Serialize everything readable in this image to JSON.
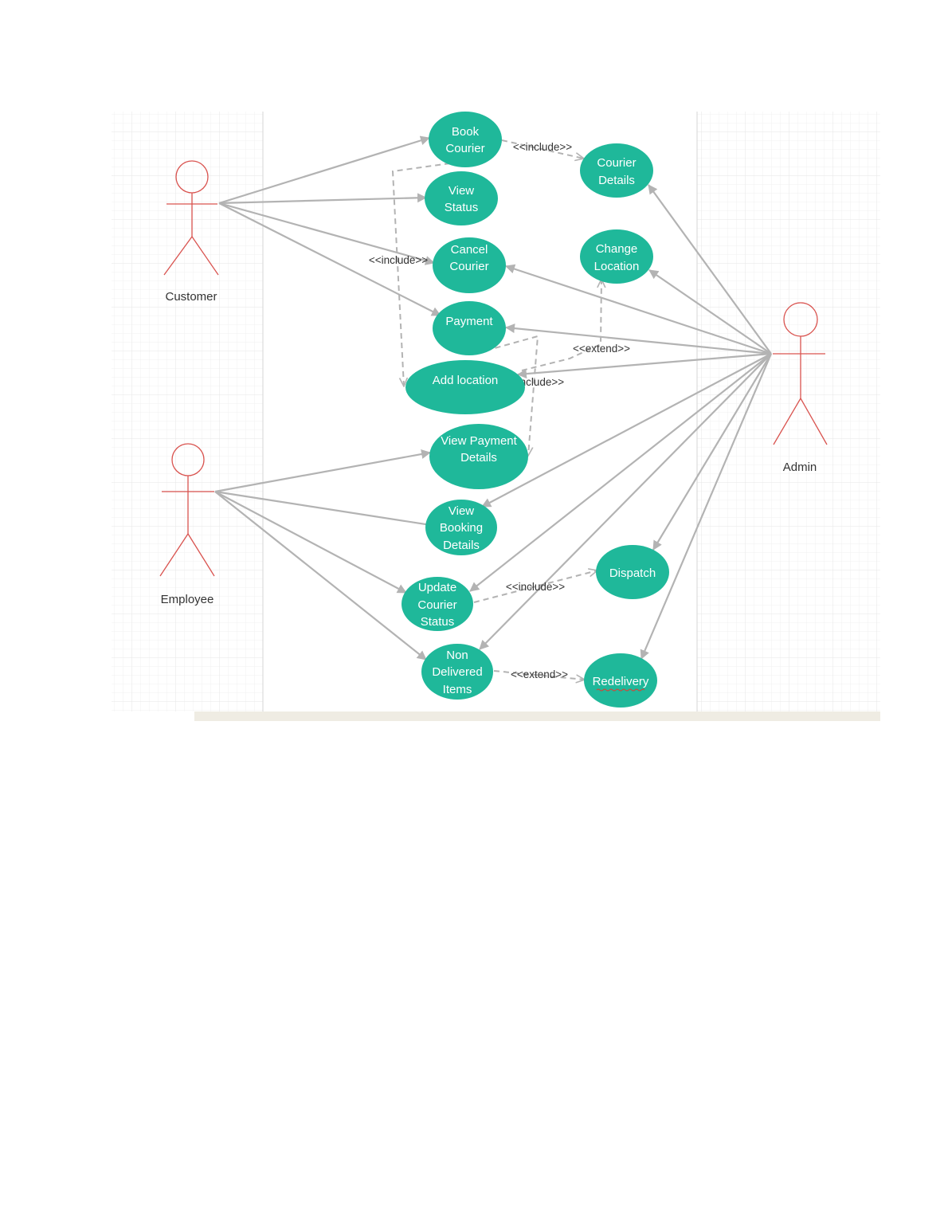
{
  "colors": {
    "use_case_fill": "#1fb89a",
    "actor_stroke": "#d9534f",
    "association": "#b3b3b3",
    "dependency": "#b3b3b3",
    "grid": "#ececec",
    "panel_border": "#d5d5d5",
    "footer_bar": "#efece3"
  },
  "actors": {
    "customer": "Customer",
    "employee": "Employee",
    "admin": "Admin"
  },
  "use_cases": {
    "book_courier": [
      "Book",
      "Courier"
    ],
    "view_status": [
      "View",
      "Status"
    ],
    "cancel_courier": [
      "Cancel",
      "Courier"
    ],
    "payment": [
      "Payment"
    ],
    "add_location": [
      "Add location"
    ],
    "view_payment_details": [
      "View Payment",
      "Details"
    ],
    "view_booking_details": [
      "View",
      "Booking",
      "Details"
    ],
    "update_courier_status": [
      "Update",
      "Courier",
      "Status"
    ],
    "non_delivered_items": [
      "Non",
      "Delivered",
      "Items"
    ],
    "courier_details": [
      "Courier",
      "Details"
    ],
    "change_location": [
      "Change",
      "Location"
    ],
    "dispatch": [
      "Dispatch"
    ],
    "redelivery": [
      "Redelivery"
    ]
  },
  "relationships": {
    "book_to_courier_details": "<<include>>",
    "book_to_add_location": "<<include>>",
    "payment_to_view_payment": "<<include>>",
    "add_location_to_change_location": "<<extend>>",
    "update_to_dispatch": "<<include>>",
    "non_delivered_to_redelivery": "<<extend>>"
  }
}
